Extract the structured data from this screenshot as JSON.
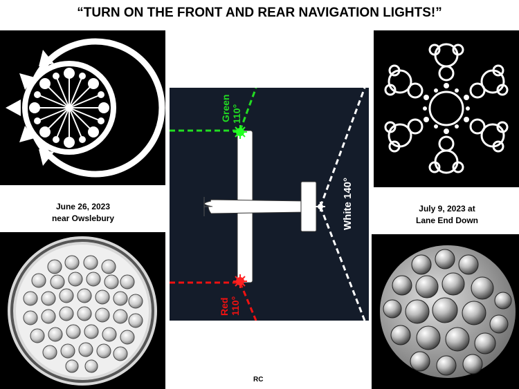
{
  "header": {
    "title": "“TURN ON THE FRONT AND REAR NAVIGATION LIGHTS!”"
  },
  "captions": {
    "left_line1": "June 26, 2023",
    "left_line2": "near Owslebury",
    "right_line1": "July 9, 2023 at",
    "right_line2": "Lane End Down"
  },
  "diagram": {
    "green_label": "Green",
    "green_angle": "110°",
    "red_label": "Red",
    "red_angle": "110°",
    "white_label": "White 140°",
    "colors": {
      "green": "#22dd22",
      "red": "#ee1111",
      "white": "#ffffff",
      "background": "#141c2a"
    }
  },
  "footer": {
    "credit": "RC"
  }
}
